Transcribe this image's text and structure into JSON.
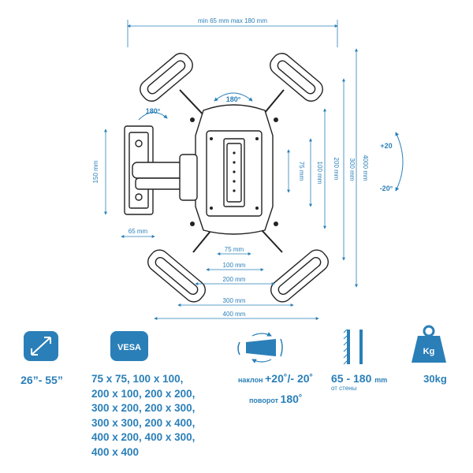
{
  "dimensions": {
    "top_span": "min 65 mm max 180 mm",
    "h_75": "75 mm",
    "h_100": "100 mm",
    "h_200": "200 mm",
    "h_300": "300 mm",
    "h_400": "400 mm",
    "v_75": "75 mm",
    "v_100": "100 mm",
    "v_200": "200 mm",
    "v_300": "300 mm",
    "v_400": "4000 mm",
    "plate_height": "150 mm",
    "plate_width": "65 mm"
  },
  "rotation": {
    "wall_swivel": "180°",
    "plate_rotate": "180°",
    "tilt_up": "+20",
    "tilt_down": "-20°"
  },
  "specs": {
    "screen_size": "26”- 55”",
    "vesa_badge": "VESA",
    "vesa_lines": [
      "75 x 75, 100 x 100,",
      "200 x 100, 200 x 200,",
      "300 x 200, 200 x 300,",
      "300 x 300, 200 x 400,",
      "400 x 200, 400 x 300,",
      "400 x 400"
    ],
    "tilt_label": "наклон",
    "tilt_value": "+20˚/- 20˚",
    "swivel_label": "поворот",
    "swivel_value": "180˚",
    "distance_value": "65 - 180",
    "distance_unit": "mm",
    "distance_sub": "от стены",
    "weight_badge": "Kg",
    "weight_value": "30kg"
  }
}
